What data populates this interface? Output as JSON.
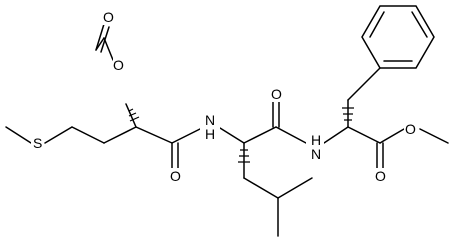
{
  "molecule": {
    "atoms": {
      "O_formyl": "O",
      "O_ester_link": "O",
      "S": "S",
      "O_amide1": "O",
      "NH1": "N",
      "H_NH1": "H",
      "O_amide2": "O",
      "NH2": "N",
      "H_NH2": "H",
      "O_methoxy": "O",
      "O_carbonyl_ester": "O"
    }
  }
}
